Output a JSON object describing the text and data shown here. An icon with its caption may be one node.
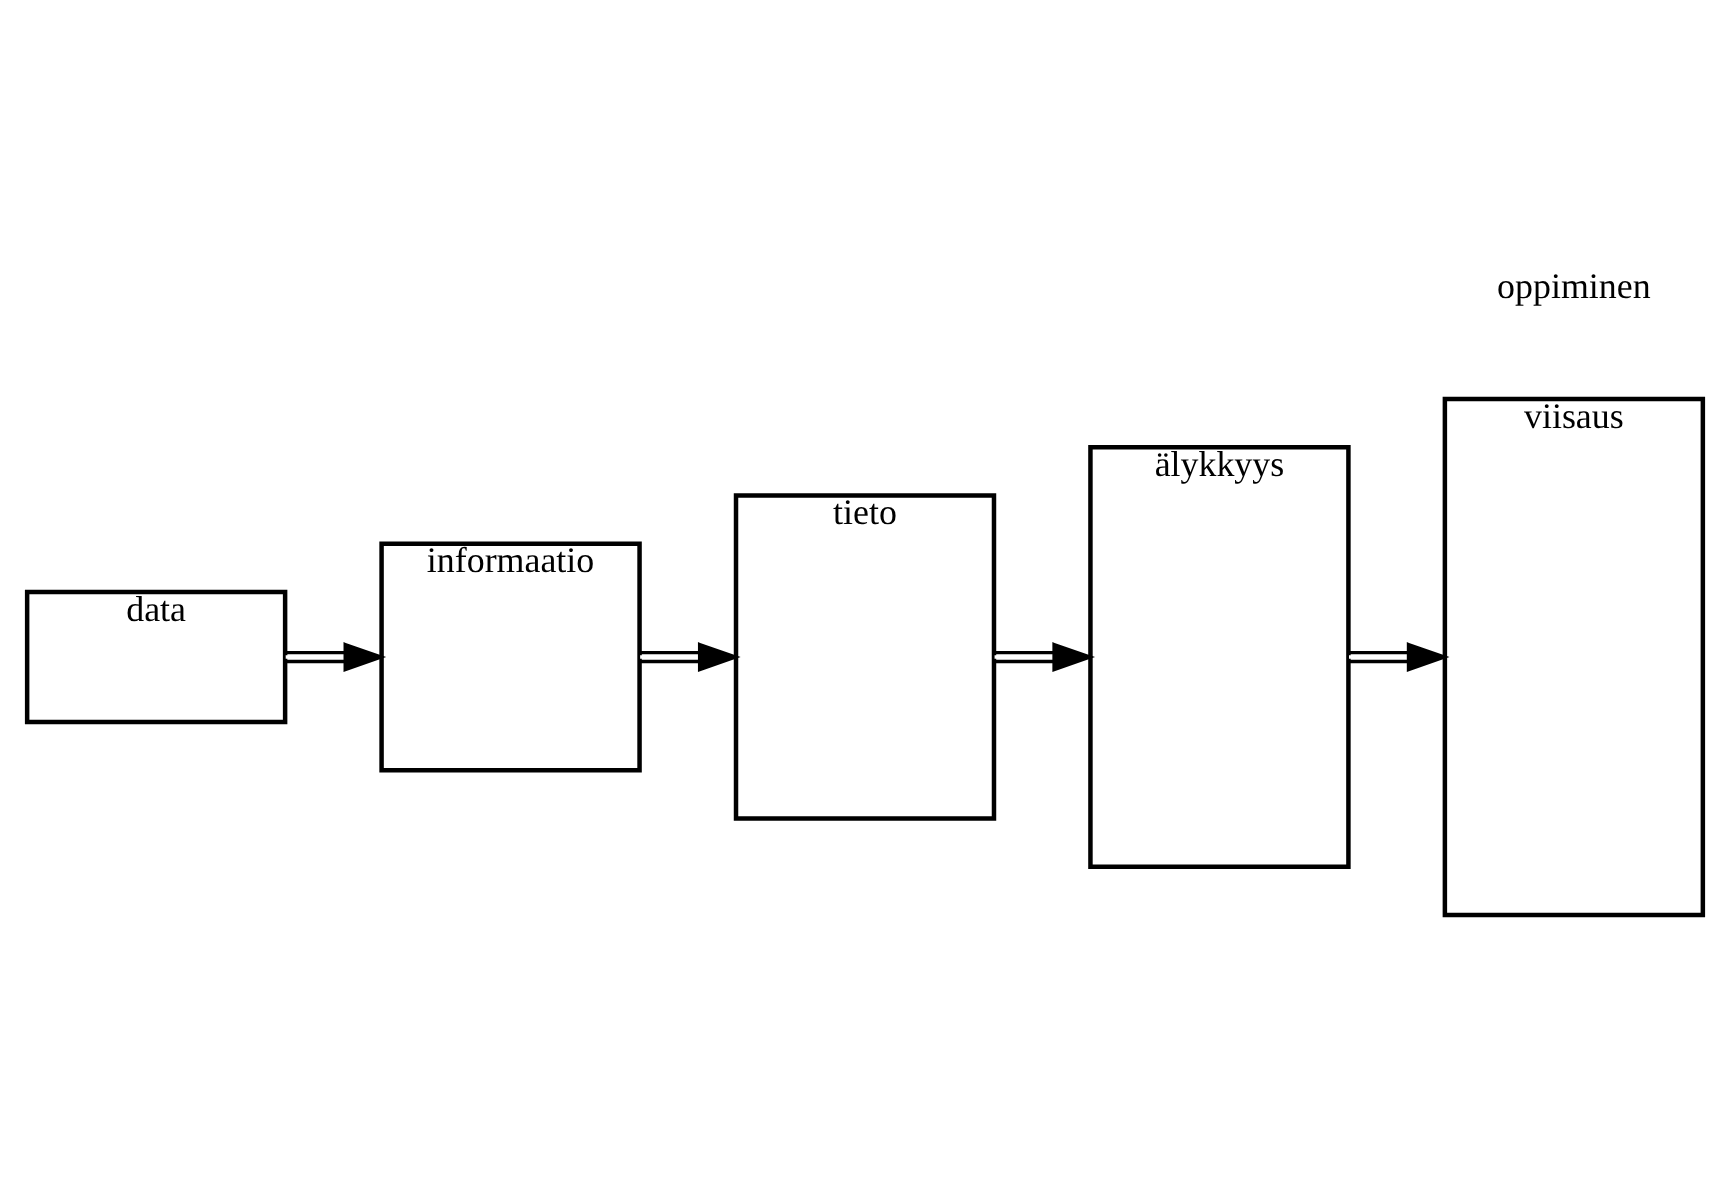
{
  "diagram": {
    "nodes": [
      {
        "text": [
          "data"
        ]
      },
      {
        "text": [
          "informaatio"
        ]
      },
      {
        "text": [
          "tieto"
        ]
      },
      {
        "text": [
          "älykkyys"
        ]
      },
      {
        "text": [
          "viisaus"
        ]
      }
    ],
    "edges": [
      {
        "from": 0,
        "to": 1,
        "arrow": "to"
      },
      {
        "from": 1,
        "to": 2,
        "arrow": "to"
      },
      {
        "from": 2,
        "to": 3,
        "arrow": "to"
      },
      {
        "from": 3,
        "to": 4,
        "arrow": "to"
      }
    ],
    "labels": [
      "oppiminen"
    ]
  }
}
